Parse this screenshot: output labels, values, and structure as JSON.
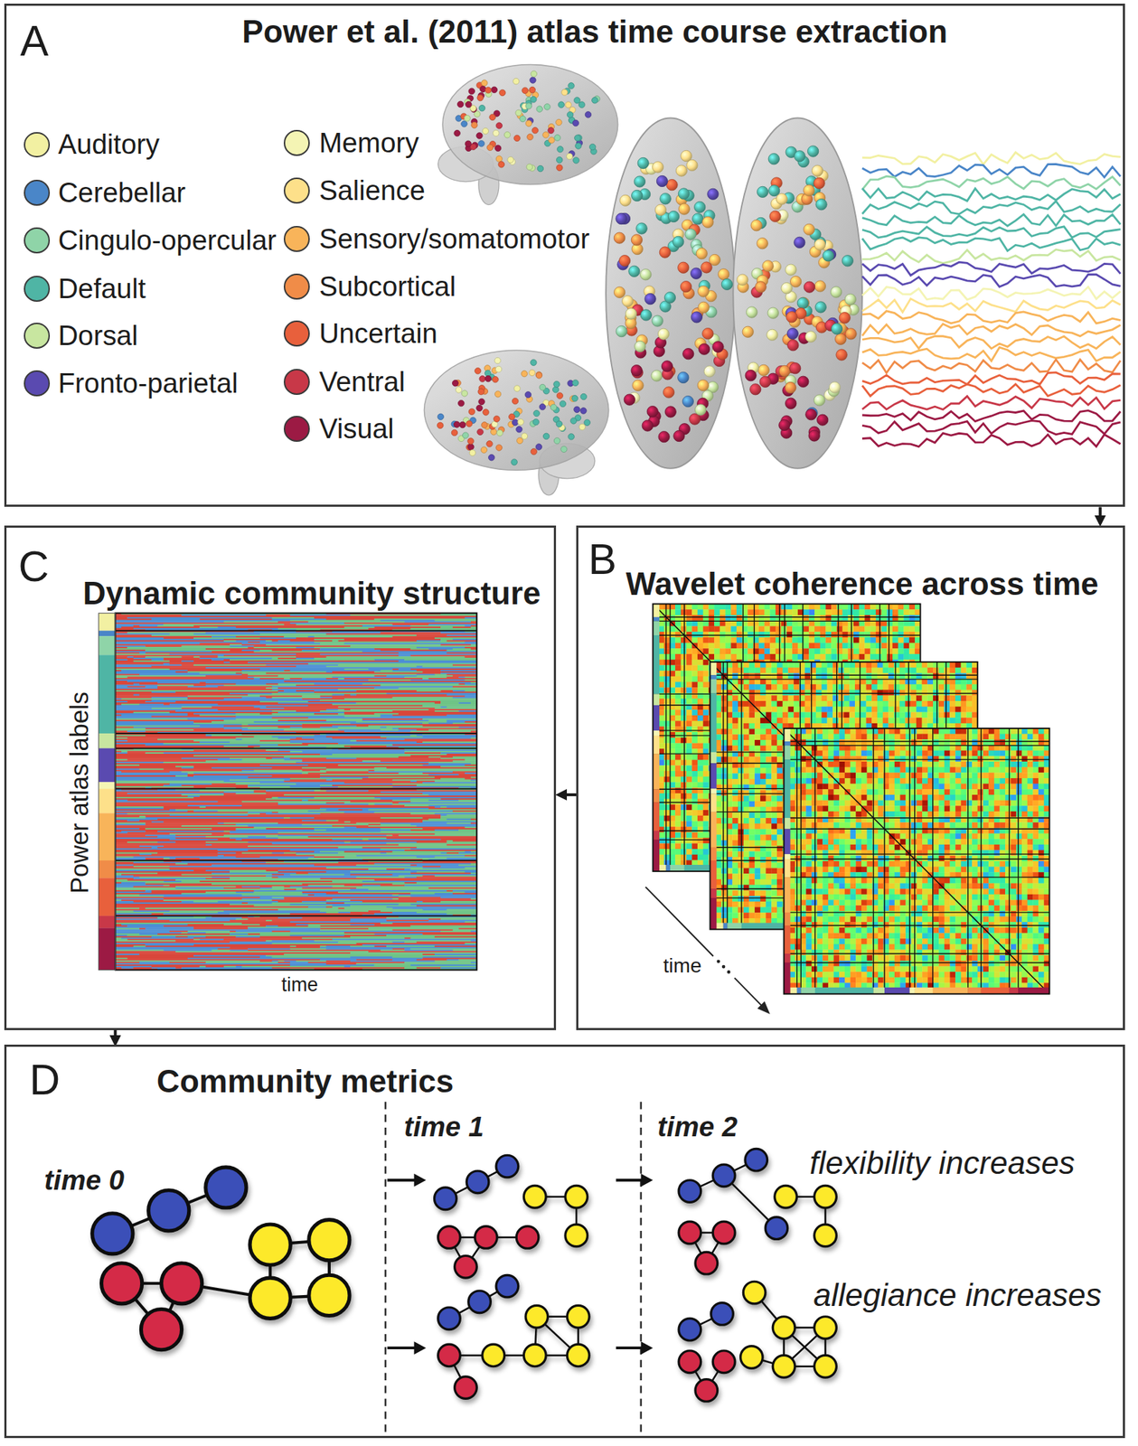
{
  "diagram": {
    "nodes": [
      {
        "text": [
          "A",
          "Power et al. (2011) atlas time course extraction"
        ]
      },
      {
        "text": [
          "C",
          "Dynamic community structure"
        ]
      },
      {
        "text": [
          "B",
          "Wavelet coherence across time"
        ]
      },
      {
        "text": [
          "D",
          "Community metrics"
        ]
      }
    ],
    "edges": [
      {
        "from": 0,
        "to": 2,
        "arrow": "to"
      },
      {
        "from": 2,
        "to": 1,
        "arrow": "to"
      },
      {
        "from": 1,
        "to": 3,
        "arrow": "to"
      }
    ],
    "labels": [
      "Power atlas labels",
      "time",
      "time",
      "time 0",
      "time 1",
      "time 2",
      "flexibility increases",
      "allegiance increases"
    ],
    "legend": [
      {
        "text": "Auditory",
        "color": "#f2f0a2"
      },
      {
        "text": "Cerebellar",
        "color": "#4a86c8"
      },
      {
        "text": "Cingulo-opercular",
        "color": "#8fd4a8"
      },
      {
        "text": "Default",
        "color": "#4fb5a5"
      },
      {
        "text": "Dorsal",
        "color": "#c8e6a0"
      },
      {
        "text": "Fronto-parietal",
        "color": "#5a4ab0"
      },
      {
        "text": "Memory",
        "color": "#f4f4b4"
      },
      {
        "text": "Salience",
        "color": "#fde08a"
      },
      {
        "text": "Sensory/somatomotor",
        "color": "#f8b45a"
      },
      {
        "text": "Subcortical",
        "color": "#f08c48"
      },
      {
        "text": "Uncertain",
        "color": "#e8603c"
      },
      {
        "text": "Ventral",
        "color": "#c83848"
      },
      {
        "text": "Visual",
        "color": "#9c1a44"
      }
    ]
  }
}
